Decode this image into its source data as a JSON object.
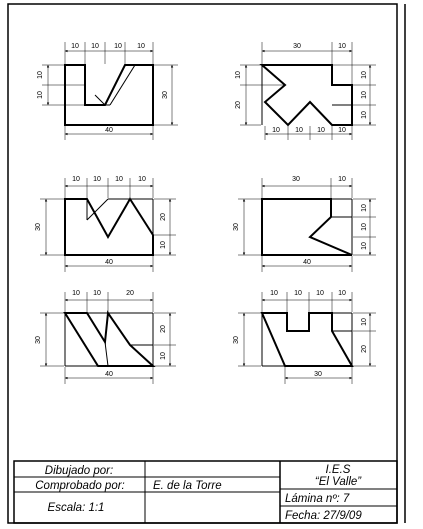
{
  "drawings": [
    {
      "top": [
        "10",
        "10",
        "10",
        "10"
      ],
      "left": [
        "10",
        "10"
      ],
      "right": "30",
      "bottom": "40"
    },
    {
      "top": [
        "30",
        "10"
      ],
      "left": [
        "10",
        "20"
      ],
      "right": [
        "10",
        "10",
        "10"
      ],
      "bottom": [
        "10",
        "10",
        "10",
        "10"
      ]
    },
    {
      "top": [
        "10",
        "10",
        "10",
        "10"
      ],
      "left": "30",
      "right": [
        "20",
        "10"
      ],
      "bottom": "40"
    },
    {
      "top": [
        "30",
        "10"
      ],
      "left": "30",
      "right": [
        "10",
        "10",
        "10"
      ],
      "bottom": "40"
    },
    {
      "top": [
        "10",
        "10",
        "20"
      ],
      "left": "30",
      "right": [
        "20",
        "10"
      ],
      "bottom": "40"
    },
    {
      "top": [
        "10",
        "10",
        "10",
        "10"
      ],
      "left": "30",
      "right": [
        "10",
        "20"
      ],
      "bottom": "30"
    }
  ],
  "title_block": {
    "drawn_by_label": "Dibujado por:",
    "drawn_by_value": "",
    "checked_by_label": "Comprobado por:",
    "checked_by_value": "E. de la Torre",
    "scale_label": "Escala: 1:1",
    "school_line1": "I.E.S",
    "school_line2": "“El Valle”",
    "sheet_label": "Lámina nº: 7",
    "date_label": "Fecha: 27/9/09"
  }
}
